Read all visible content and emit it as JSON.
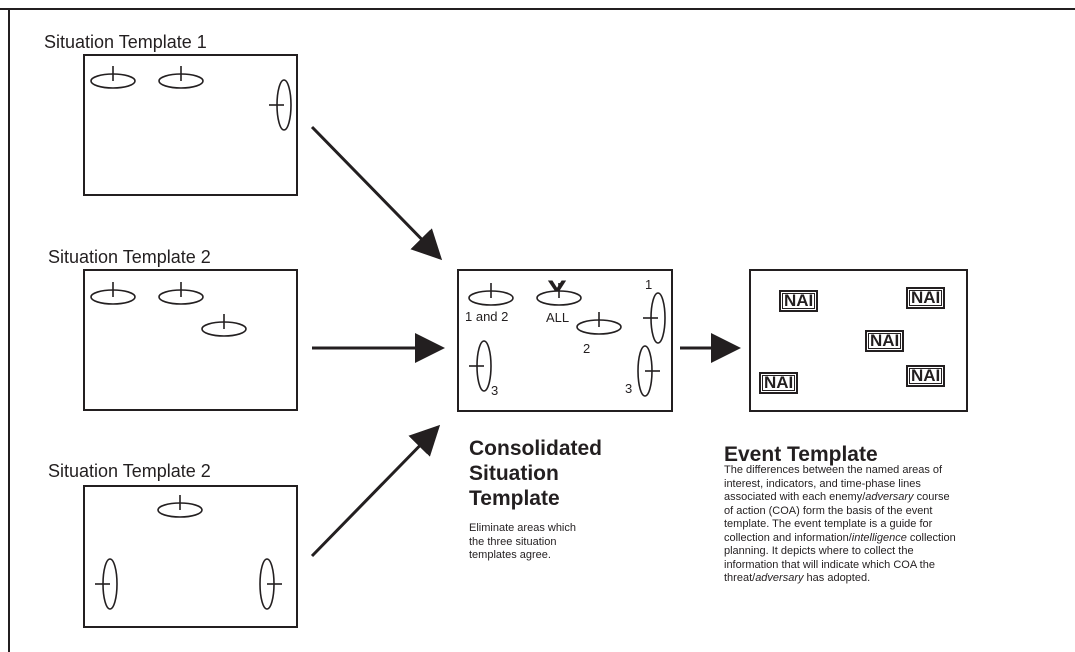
{
  "templates": [
    {
      "title": "Situation Template 1"
    },
    {
      "title": "Situation Template 2"
    },
    {
      "title": "Situation Template 2"
    }
  ],
  "consolidated": {
    "heading": [
      "Consolidated",
      "Situation",
      "Template"
    ],
    "description": [
      "Eliminate areas which",
      "the three situation",
      "templates agree."
    ],
    "labels": {
      "one_and_two": "1 and 2",
      "all": "ALL",
      "two": "2",
      "one": "1",
      "three_left": "3",
      "three_right": "3",
      "x_mark": "X"
    }
  },
  "event": {
    "heading": "Event Template",
    "nai_label": "NAI",
    "description_lines": [
      [
        "The differences between the named areas of"
      ],
      [
        "interest, indicators, and time-phase lines"
      ],
      [
        "associated with each enemy/",
        {
          "i": "adversary"
        },
        " course"
      ],
      [
        "of action (COA) form the basis of the event"
      ],
      [
        "template. The event template is a guide for"
      ],
      [
        "collection and information/",
        {
          "i": "intelligence"
        },
        " collection"
      ],
      [
        "planning. It depicts where to collect the"
      ],
      [
        "information that will indicate which COA the"
      ],
      [
        "threat/",
        {
          "i": "adversary"
        },
        " has adopted."
      ]
    ]
  },
  "colors": {
    "ink": "#231f20",
    "background": "#ffffff"
  }
}
